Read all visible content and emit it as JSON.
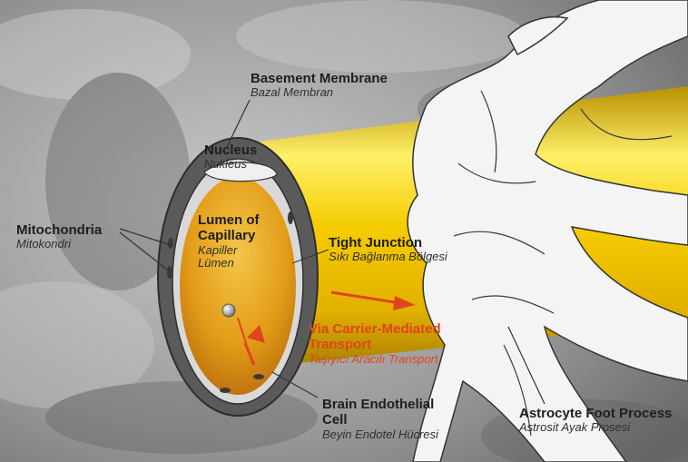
{
  "labels": {
    "basement_membrane": {
      "en": "Basement Membrane",
      "tr": "Bazal Membran"
    },
    "nucleus": {
      "en": "Nucleus",
      "tr": "Nukleus"
    },
    "mitochondria": {
      "en": "Mitochondria",
      "tr": "Mitokondri"
    },
    "lumen": {
      "en1": "Lumen of",
      "en2": "Capillary",
      "tr1": "Kapiller",
      "tr2": "Lümen"
    },
    "tight_junction": {
      "en": "Tight Junction",
      "tr": "Sıkı Bağlanma Bölgesi"
    },
    "carrier_transport": {
      "en1": "Via Carrier-Mediated",
      "en2": "Transport",
      "tr": "Taşıyıcı Aracılı Transport"
    },
    "endothelial_cell": {
      "en1": "Brain Endothelial",
      "en2": "Cell",
      "tr": "Beyin Endotel Hücresi"
    },
    "astrocyte": {
      "en": "Astrocyte Foot Process",
      "tr": "Astrosit Ayak Prosesi"
    }
  },
  "colors": {
    "capillary_yellow": "#f2c300",
    "capillary_light": "#fff27a",
    "lumen_gold": "#e9a21a",
    "endothelial_ring": "#525252",
    "transport_arrow": "#e0451d",
    "astrocyte_fill": "#f4f4f4",
    "background_gray": "#8f8f8f"
  }
}
